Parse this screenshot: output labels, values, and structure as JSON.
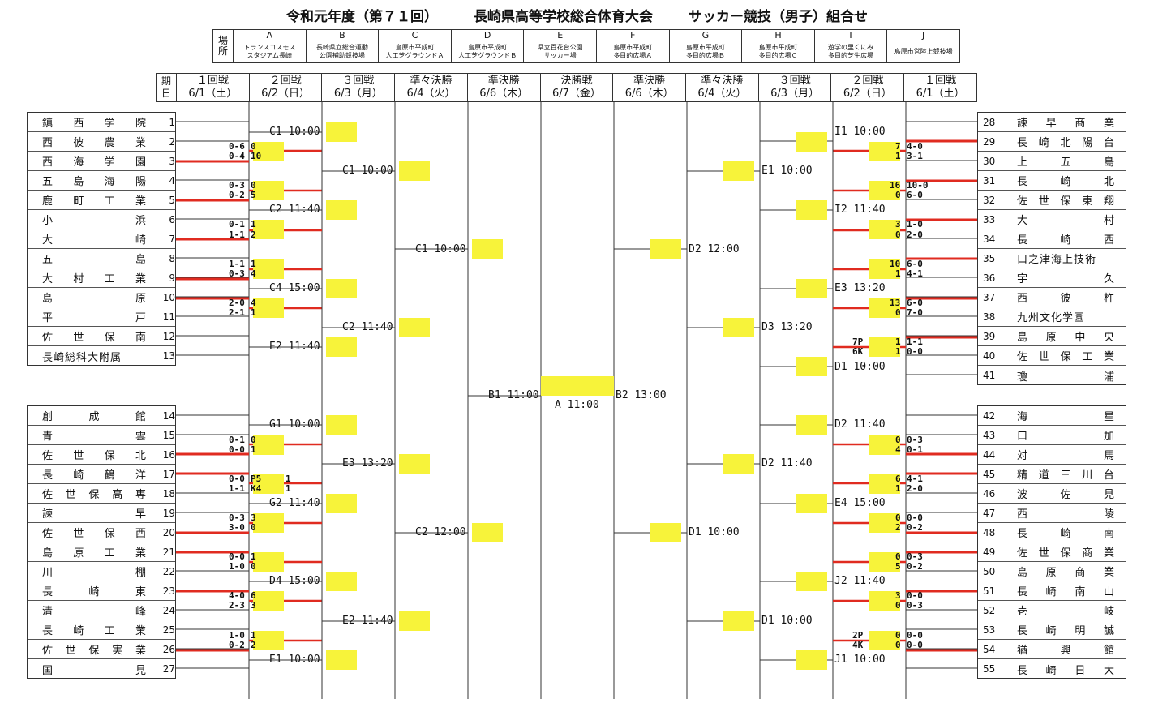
{
  "title": {
    "edition": "令和元年度（第７１回）",
    "event": "長崎県高等学校総合体育大会",
    "sport": "サッカー競技（男子）組合せ"
  },
  "venues": {
    "label": "場\n所",
    "items": [
      {
        "code": "A",
        "name": "トランスコスモス\nスタジアム長崎"
      },
      {
        "code": "B",
        "name": "長崎県立総合運動\n公園補助競技場"
      },
      {
        "code": "C",
        "name": "島原市平成町\n人工芝グラウンドＡ"
      },
      {
        "code": "D",
        "name": "島原市平成町\n人工芝グラウンドＢ"
      },
      {
        "code": "E",
        "name": "県立百花台公園\nサッカー場"
      },
      {
        "code": "F",
        "name": "島原市平成町\n多目的広場Ａ"
      },
      {
        "code": "G",
        "name": "島原市平成町\n多目的広場Ｂ"
      },
      {
        "code": "H",
        "name": "島原市平成町\n多目的広場Ｃ"
      },
      {
        "code": "I",
        "name": "遊学の里くにみ\n多目的芝生広場"
      },
      {
        "code": "J",
        "name": "島原市営陸上競技場"
      }
    ]
  },
  "rounds": {
    "period_label": "期\n日",
    "headers": [
      "１回戦\n6/1（土）",
      "２回戦\n6/2（日）",
      "３回戦\n6/3（月）",
      "準々決勝\n6/4（火）",
      "準決勝\n6/6（木）",
      "決勝戦\n6/7（金）",
      "準決勝\n6/6（木）",
      "準々決勝\n6/4（火）",
      "３回戦\n6/3（月）",
      "２回戦\n6/2（日）",
      "１回戦\n6/1（土）"
    ]
  },
  "teams_left": [
    {
      "num": "1",
      "name": "鎮西学院"
    },
    {
      "num": "2",
      "name": "西彼農業"
    },
    {
      "num": "3",
      "name": "西海学園"
    },
    {
      "num": "4",
      "name": "五島海陽"
    },
    {
      "num": "5",
      "name": "鹿町工業"
    },
    {
      "num": "6",
      "name": "小浜"
    },
    {
      "num": "7",
      "name": "大崎"
    },
    {
      "num": "8",
      "name": "五島"
    },
    {
      "num": "9",
      "name": "大村工業"
    },
    {
      "num": "10",
      "name": "島原"
    },
    {
      "num": "11",
      "name": "平戸"
    },
    {
      "num": "12",
      "name": "佐世保南"
    },
    {
      "num": "13",
      "name": "長崎総科大附属"
    },
    {
      "num": "14",
      "name": "創成館"
    },
    {
      "num": "15",
      "name": "青雲"
    },
    {
      "num": "16",
      "name": "佐世保北"
    },
    {
      "num": "17",
      "name": "長崎鶴洋"
    },
    {
      "num": "18",
      "name": "佐世保高専"
    },
    {
      "num": "19",
      "name": "諫早"
    },
    {
      "num": "20",
      "name": "佐世保西"
    },
    {
      "num": "21",
      "name": "島原工業"
    },
    {
      "num": "22",
      "name": "川棚"
    },
    {
      "num": "23",
      "name": "長崎東"
    },
    {
      "num": "24",
      "name": "清峰"
    },
    {
      "num": "25",
      "name": "長崎工業"
    },
    {
      "num": "26",
      "name": "佐世保実業"
    },
    {
      "num": "27",
      "name": "国見"
    }
  ],
  "teams_right": [
    {
      "num": "28",
      "name": "諫早商業"
    },
    {
      "num": "29",
      "name": "長崎北陽台"
    },
    {
      "num": "30",
      "name": "上五島"
    },
    {
      "num": "31",
      "name": "長崎北"
    },
    {
      "num": "32",
      "name": "佐世保東翔"
    },
    {
      "num": "33",
      "name": "大村"
    },
    {
      "num": "34",
      "name": "長崎西"
    },
    {
      "num": "35",
      "name": "口之津海上技術"
    },
    {
      "num": "36",
      "name": "宇久"
    },
    {
      "num": "37",
      "name": "西彼杵"
    },
    {
      "num": "38",
      "name": "九州文化学園"
    },
    {
      "num": "39",
      "name": "島原中央"
    },
    {
      "num": "40",
      "name": "佐世保工業"
    },
    {
      "num": "41",
      "name": "瓊浦"
    },
    {
      "num": "42",
      "name": "海星"
    },
    {
      "num": "43",
      "name": "口加"
    },
    {
      "num": "44",
      "name": "対馬"
    },
    {
      "num": "45",
      "name": "精道三川台"
    },
    {
      "num": "46",
      "name": "波佐見"
    },
    {
      "num": "47",
      "name": "西陵"
    },
    {
      "num": "48",
      "name": "長崎南"
    },
    {
      "num": "49",
      "name": "佐世保商業"
    },
    {
      "num": "50",
      "name": "島原商業"
    },
    {
      "num": "51",
      "name": "長崎南山"
    },
    {
      "num": "52",
      "name": "壱岐"
    },
    {
      "num": "53",
      "name": "長崎明誠"
    },
    {
      "num": "54",
      "name": "猶興館"
    },
    {
      "num": "55",
      "name": "長崎日大"
    }
  ],
  "match_labels": [
    {
      "id": "l-c1-1000-a",
      "text": "C1  10:00"
    },
    {
      "id": "l-c2-1140",
      "text": "C2  11:40"
    },
    {
      "id": "l-c4-1500",
      "text": "C4  15:00"
    },
    {
      "id": "l-e2-1140-a",
      "text": "E2  11:40"
    },
    {
      "id": "l-c1-1000-b",
      "text": "C1  10:00"
    },
    {
      "id": "l-c2-1140-b",
      "text": "C2  11:40"
    },
    {
      "id": "l-c1-1000-c",
      "text": "C1  10:00"
    },
    {
      "id": "l-g1-1000",
      "text": "G1  10:00"
    },
    {
      "id": "l-g2-1140",
      "text": "G2  11:40"
    },
    {
      "id": "l-d4-1500",
      "text": "D4  15:00"
    },
    {
      "id": "l-e1-1000-a",
      "text": "E1  10:00"
    },
    {
      "id": "l-e3-1320-a",
      "text": "E3  13:20"
    },
    {
      "id": "l-e2-1140-b",
      "text": "E2  11:40"
    },
    {
      "id": "l-c2-1200",
      "text": "C2  12:00"
    },
    {
      "id": "l-b1-1100",
      "text": "B1  11:00"
    },
    {
      "id": "l-a-1100",
      "text": "A   11:00"
    },
    {
      "id": "l-b2-1300",
      "text": "B2      13:00"
    },
    {
      "id": "l-d2-1200",
      "text": "D2      12:00"
    },
    {
      "id": "l-d1-1000-a",
      "text": "D1      10:00"
    },
    {
      "id": "l-e1-1000-b",
      "text": "E1      10:00"
    },
    {
      "id": "l-d3-1320",
      "text": "D3      13:20"
    },
    {
      "id": "l-d2-1140",
      "text": "D2      11:40"
    },
    {
      "id": "l-d1-1000-b",
      "text": "D1      10:00"
    },
    {
      "id": "l-i1-1000",
      "text": "I1      10:00"
    },
    {
      "id": "l-i2-1140",
      "text": "I2      11:40"
    },
    {
      "id": "l-e3-1320-b",
      "text": "E3      13:20"
    },
    {
      "id": "l-d1-1000-c",
      "text": "D1      10:00"
    },
    {
      "id": "l-d2-1140-b",
      "text": "D2      11:40"
    },
    {
      "id": "l-e4-1500",
      "text": "E4      15:00"
    },
    {
      "id": "l-j2-1140",
      "text": "J2      11:40"
    },
    {
      "id": "l-j1-1000",
      "text": "J1      10:00"
    }
  ],
  "scores": [
    {
      "id": "s1",
      "text": "0-6"
    },
    {
      "id": "s2",
      "text": "0-4"
    },
    {
      "id": "s3",
      "text": "0"
    },
    {
      "id": "s4",
      "text": "10"
    },
    {
      "id": "s5",
      "text": "0-3"
    },
    {
      "id": "s6",
      "text": "0-2"
    },
    {
      "id": "s7",
      "text": "0"
    },
    {
      "id": "s8",
      "text": "5"
    },
    {
      "id": "s9",
      "text": "0-1"
    },
    {
      "id": "s10",
      "text": "1-1"
    },
    {
      "id": "s11",
      "text": "1"
    },
    {
      "id": "s12",
      "text": "2"
    },
    {
      "id": "s13",
      "text": "1-1"
    },
    {
      "id": "s14",
      "text": "0-3"
    },
    {
      "id": "s15",
      "text": "1"
    },
    {
      "id": "s16",
      "text": "4"
    },
    {
      "id": "s17",
      "text": "2-0"
    },
    {
      "id": "s18",
      "text": "2-1"
    },
    {
      "id": "s19",
      "text": "4"
    },
    {
      "id": "s20",
      "text": "1"
    },
    {
      "id": "s21",
      "text": "0-1"
    },
    {
      "id": "s22",
      "text": "0-0"
    },
    {
      "id": "s23",
      "text": "0"
    },
    {
      "id": "s24",
      "text": "1"
    },
    {
      "id": "s25",
      "text": "0-0"
    },
    {
      "id": "s26",
      "text": "1-1"
    },
    {
      "id": "s27",
      "text": "P5"
    },
    {
      "id": "s28",
      "text": "K4"
    },
    {
      "id": "s29",
      "text": "1"
    },
    {
      "id": "s30",
      "text": "1"
    },
    {
      "id": "s31",
      "text": "0-3"
    },
    {
      "id": "s32",
      "text": "3-0"
    },
    {
      "id": "s33",
      "text": "3"
    },
    {
      "id": "s34",
      "text": "0"
    },
    {
      "id": "s35",
      "text": "0-0"
    },
    {
      "id": "s36",
      "text": "1-0"
    },
    {
      "id": "s37",
      "text": "1"
    },
    {
      "id": "s38",
      "text": "0"
    },
    {
      "id": "s39",
      "text": "4-0"
    },
    {
      "id": "s40",
      "text": "2-3"
    },
    {
      "id": "s41",
      "text": "6"
    },
    {
      "id": "s42",
      "text": "3"
    },
    {
      "id": "s43",
      "text": "1-0"
    },
    {
      "id": "s44",
      "text": "0-2"
    },
    {
      "id": "s45",
      "text": "1"
    },
    {
      "id": "s46",
      "text": "2"
    },
    {
      "id": "r1",
      "text": "7"
    },
    {
      "id": "r2",
      "text": "1"
    },
    {
      "id": "r3",
      "text": "4-0"
    },
    {
      "id": "r4",
      "text": "3-1"
    },
    {
      "id": "r5",
      "text": "16"
    },
    {
      "id": "r6",
      "text": "0"
    },
    {
      "id": "r7",
      "text": "10-0"
    },
    {
      "id": "r8",
      "text": "6-0"
    },
    {
      "id": "r9",
      "text": "3"
    },
    {
      "id": "r10",
      "text": "0"
    },
    {
      "id": "r11",
      "text": "1-0"
    },
    {
      "id": "r12",
      "text": "2-0"
    },
    {
      "id": "r13",
      "text": "10"
    },
    {
      "id": "r14",
      "text": "1"
    },
    {
      "id": "r15",
      "text": "6-0"
    },
    {
      "id": "r16",
      "text": "4-1"
    },
    {
      "id": "r17",
      "text": "13"
    },
    {
      "id": "r18",
      "text": "0"
    },
    {
      "id": "r19",
      "text": "6-0"
    },
    {
      "id": "r20",
      "text": "7-0"
    },
    {
      "id": "r21",
      "text": "7P"
    },
    {
      "id": "r22",
      "text": "6K"
    },
    {
      "id": "r23",
      "text": "1"
    },
    {
      "id": "r24",
      "text": "1"
    },
    {
      "id": "r25",
      "text": "1-1"
    },
    {
      "id": "r26",
      "text": "0-0"
    },
    {
      "id": "r27",
      "text": "0"
    },
    {
      "id": "r28",
      "text": "4"
    },
    {
      "id": "r29",
      "text": "0-3"
    },
    {
      "id": "r30",
      "text": "0-1"
    },
    {
      "id": "r31",
      "text": "6"
    },
    {
      "id": "r32",
      "text": "1"
    },
    {
      "id": "r33",
      "text": "4-1"
    },
    {
      "id": "r34",
      "text": "2-0"
    },
    {
      "id": "r35",
      "text": "0"
    },
    {
      "id": "r36",
      "text": "2"
    },
    {
      "id": "r37",
      "text": "0-0"
    },
    {
      "id": "r38",
      "text": "0-2"
    },
    {
      "id": "r39",
      "text": "0"
    },
    {
      "id": "r40",
      "text": "5"
    },
    {
      "id": "r41",
      "text": "0-3"
    },
    {
      "id": "r42",
      "text": "0-2"
    },
    {
      "id": "r43",
      "text": "3"
    },
    {
      "id": "r44",
      "text": "0"
    },
    {
      "id": "r45",
      "text": "0-0"
    },
    {
      "id": "r46",
      "text": "0-3"
    },
    {
      "id": "r47",
      "text": "2P"
    },
    {
      "id": "r48",
      "text": "4K"
    },
    {
      "id": "r49",
      "text": "0"
    },
    {
      "id": "r50",
      "text": "0"
    },
    {
      "id": "r51",
      "text": "0-0"
    },
    {
      "id": "r52",
      "text": "0-0"
    }
  ],
  "colors": {
    "winner_line": "#e02b20",
    "highlight": "#f7f33a",
    "line": "#333333"
  }
}
